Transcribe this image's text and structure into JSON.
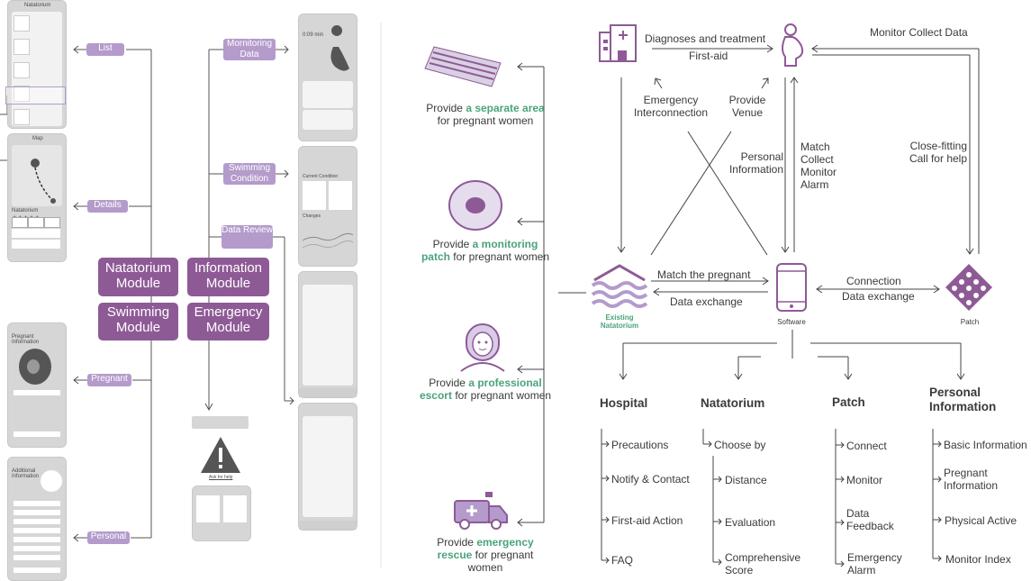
{
  "left": {
    "tags": {
      "list": "List",
      "details": "Details",
      "pregnant": "Pregnant",
      "personal": "Personal",
      "monitoring": "Mornitoring Data",
      "swimming": "Swimming Condition",
      "review": "Data Review"
    },
    "modules": {
      "natatorium": "Natatorium Module",
      "information": "Information Module",
      "swimming": "Swimming Module",
      "emergency": "Emergency Module"
    },
    "phone_text": {
      "list_title": "Natatorium",
      "map_title": "Map",
      "natatorium_name": "Natatorium",
      "stars": "★★★★★",
      "pregnant_info": "Pregnant Information",
      "additional_info": "Additional Information",
      "ask_help": "Ask for help",
      "mon_time": "0:09 min",
      "current_cond": "Current Condition",
      "changes": "Changes"
    }
  },
  "right": {
    "provides": [
      {
        "pre": "Provide ",
        "hl": "a separate area",
        "post": " for pregnant women"
      },
      {
        "pre": "Provide ",
        "hl": "a monitoring patch",
        "post": " for pregnant women"
      },
      {
        "pre": "Provide ",
        "hl": "a professional escort",
        "post": " for pregnant women"
      },
      {
        "pre": "Provide ",
        "hl": "emergency rescue",
        "post": " for pregnant women"
      }
    ],
    "labels": {
      "diagnoses": "Diagnoses and treatment",
      "first_aid": "First-aid",
      "monitor_collect": "Monitor Collect Data",
      "emergency_inter": "Emergency Interconnection",
      "provide_venue": "Provide Venue",
      "personal_info": "Personal Information",
      "match_collect": "Match Collect Monitor Alarm",
      "close_fitting": "Close-fitting Call for help",
      "match_pregnant": "Match the pregnant",
      "data_exchange": "Data exchange",
      "connection": "Connection",
      "data_exchange2": "Data exchange",
      "existing": "Existing Natatorium",
      "software": "Software",
      "patch": "Patch"
    },
    "columns": [
      {
        "title": "Hospital",
        "items": [
          "Precautions",
          "Notify & Contact",
          "First-aid Action",
          "FAQ"
        ]
      },
      {
        "title": "Natatorium",
        "first": "Choose by",
        "items": [
          "Distance",
          "Evaluation",
          "Comprehensive Score"
        ]
      },
      {
        "title": "Patch",
        "items": [
          "Connect",
          "Monitor",
          "Data Feedback",
          "Emergency Alarm"
        ]
      },
      {
        "title": "Personal Information",
        "items": [
          "Basic Information",
          "Pregnant Information",
          "Physical Active",
          "Monitor Index"
        ]
      }
    ]
  },
  "colors": {
    "purple_dark": "#8e5a96",
    "purple_light": "#b49bcb",
    "green": "#4aa37c",
    "gray": "#d6d6d6"
  }
}
